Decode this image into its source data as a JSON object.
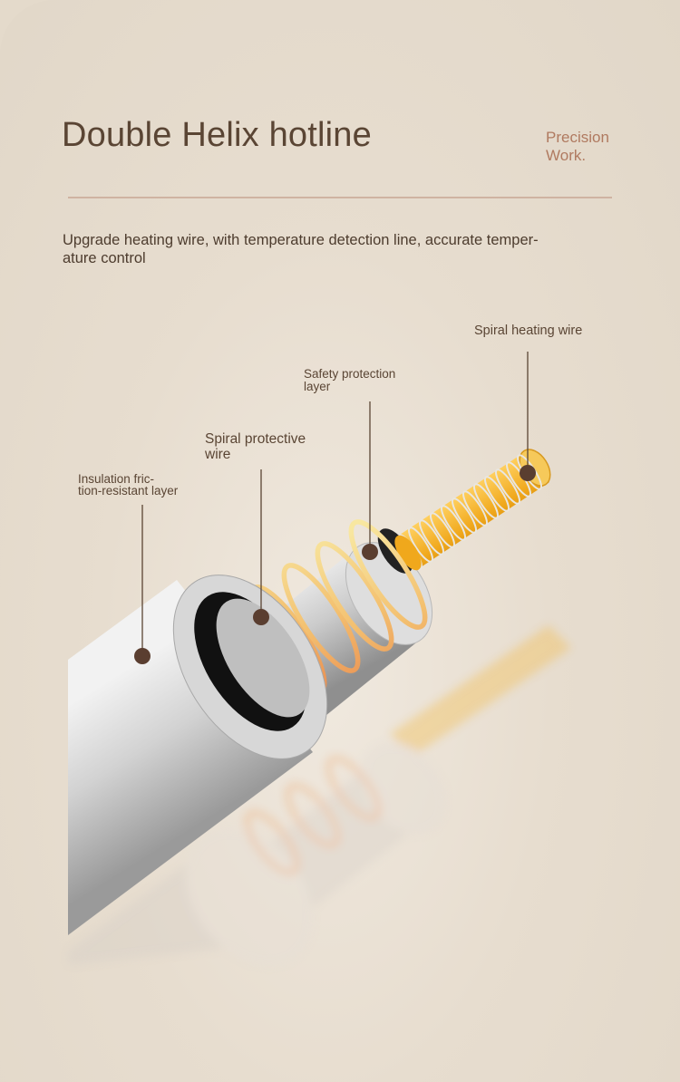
{
  "header": {
    "title": "Double Helix hotline",
    "tagline_line1": "Precision",
    "tagline_line2": "Work."
  },
  "description": {
    "line1": "Upgrade heating wire, with temperature detection line, accurate temper-",
    "line2": "ature control"
  },
  "labels": {
    "heating_wire": "Spiral heating wire",
    "safety_line1": "Safety protection",
    "safety_line2": "layer",
    "spiral_line1": "Spiral protective",
    "spiral_line2": "wire",
    "insulation_line1": "Insulation fric-",
    "insulation_line2": "tion-resistant layer"
  },
  "colors": {
    "background": "#e4dacb",
    "title": "#5a4534",
    "accent": "#b07a60",
    "divider": "#cfb3a2",
    "marker": "#5a3e30",
    "core": "#f0a81c",
    "spiral_wire": "#e88a4a"
  }
}
